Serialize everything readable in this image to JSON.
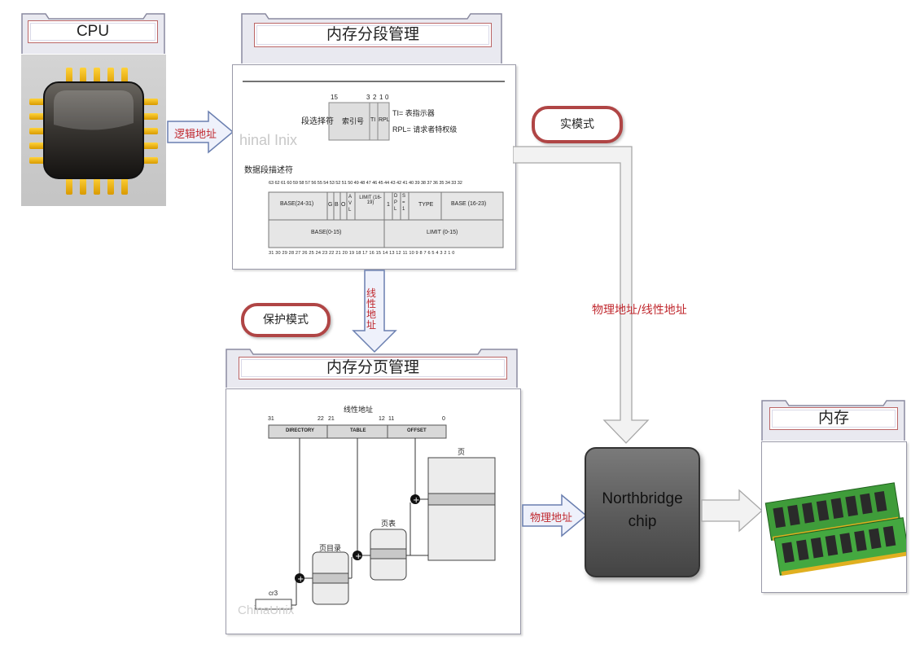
{
  "panels": {
    "cpu": {
      "title": "CPU"
    },
    "segmentation": {
      "title": "内存分段管理"
    },
    "paging": {
      "title": "内存分页管理"
    },
    "memory": {
      "title": "内存"
    }
  },
  "labels": {
    "logical_address": "逻辑地址",
    "linear_address": "线性地址",
    "physical_or_linear": "物理地址/线性地址",
    "physical_address": "物理地址",
    "real_mode": "实模式",
    "protected_mode": "保护模式"
  },
  "northbridge": {
    "label": "Northbridge chip"
  },
  "segment_figure": {
    "selector_label": "段选择符",
    "bit_15": "15",
    "bit_3": "3",
    "bit_2": "2",
    "bit_1": "1",
    "bit_0": "0",
    "index_label": "索引号",
    "ti": "TI",
    "rpl": "RPL",
    "ti_desc": "TI= 表指示器",
    "rpl_desc": "RPL= 请求者特权级",
    "watermark": "hinal Inix",
    "descriptor_label": "数据段描述符",
    "top_bits": "63 62 61 60 59 58 57 56 55 54 53 52 51 50 49 48 47 46 45 44 43 42 41 40 39 38 37 36 35 34 33 32",
    "bottom_bits": "31 30 29 28 27 26 25 24 23 22 21 20 19 18 17 16 15 14 13 12 11 10 9 8 7 6 5 4 3 2 1 0",
    "base_24_31": "BASE(24-31)",
    "g": "G",
    "b": "B",
    "o": "O",
    "avl": "A V L",
    "limit_16_19": "LIMIT (16-19)",
    "one": "1",
    "dpl": "D P L",
    "s": "S = 1",
    "type": "TYPE",
    "base_16_23": "BASE (16-23)",
    "base_0_15": "BASE(0-15)",
    "limit_0_15": "LIMIT (0-15)"
  },
  "paging_figure": {
    "linear_address": "线性地址",
    "b31": "31",
    "b22": "22",
    "b21": "21",
    "b12": "12",
    "b11": "11",
    "b0": "0",
    "directory": "DIRECTORY",
    "table": "TABLE",
    "offset": "OFFSET",
    "page": "页",
    "page_table": "页表",
    "page_directory": "页目录",
    "cr3": "cr3",
    "watermark": "ChinaUnix"
  }
}
